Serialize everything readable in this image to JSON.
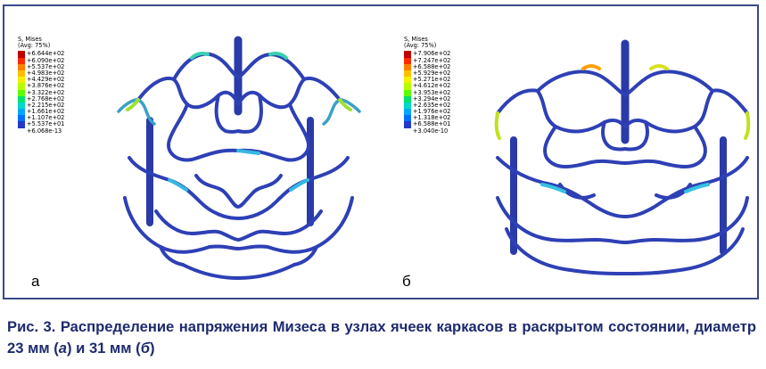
{
  "panels": [
    {
      "label": "а",
      "legend": {
        "title": "S, Mises",
        "subtitle": "(Avg: 75%)",
        "values": [
          "+6.644e+02",
          "+6.090e+02",
          "+5.537e+02",
          "+4.983e+02",
          "+4.429e+02",
          "+3.876e+02",
          "+3.322e+02",
          "+2.768e+02",
          "+2.215e+02",
          "+1.661e+02",
          "+1.107e+02",
          "+5.537e+01",
          "+6.068e-13"
        ]
      }
    },
    {
      "label": "б",
      "legend": {
        "title": "S, Mises",
        "subtitle": "(Avg: 75%)",
        "values": [
          "+7.906e+02",
          "+7.247e+02",
          "+6.588e+02",
          "+5.929e+02",
          "+5.271e+02",
          "+4.612e+02",
          "+3.953e+02",
          "+3.294e+02",
          "+2.635e+02",
          "+1.976e+02",
          "+1.318e+02",
          "+6.588e+01",
          "+3.040e-10"
        ]
      }
    }
  ],
  "legend_colors": [
    "#c00000",
    "#ff2a00",
    "#ff7f00",
    "#ffbf00",
    "#f5ef00",
    "#b7ff00",
    "#5cff00",
    "#00e56c",
    "#00d8c8",
    "#00a8ff",
    "#0070ff",
    "#2339c8"
  ],
  "stent_color": "#25339a",
  "caption": {
    "part1": "Рис. 3. Распределение напряжения Мизеса в узлах ячеек каркасов в раскрытом состоянии, диаметр 23 мм (",
    "a": "а",
    "part2": ") и 31 мм (",
    "b": "б",
    "part3": ")"
  }
}
